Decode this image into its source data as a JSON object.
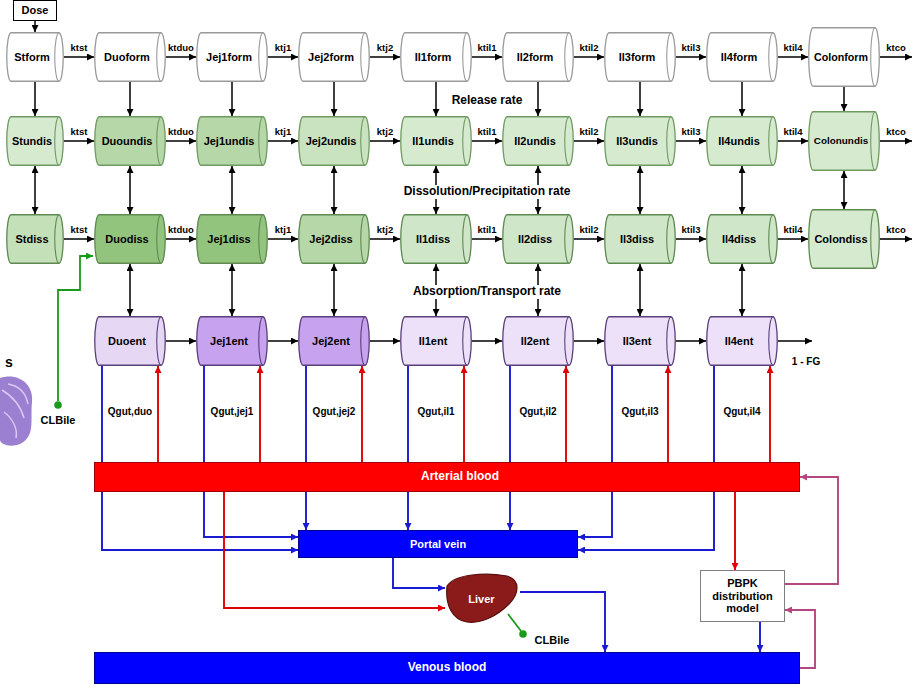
{
  "diagram": {
    "nodes": [
      {
        "text": [
          "Dose"
        ]
      },
      {
        "text": [
          "Stform"
        ]
      },
      {
        "text": [
          "Stundis"
        ]
      },
      {
        "text": [
          "Stdiss"
        ]
      },
      {
        "text": [
          "Duoform"
        ]
      },
      {
        "text": [
          "Jej1form"
        ]
      },
      {
        "text": [
          "Jej2form"
        ]
      },
      {
        "text": [
          "Il1form"
        ]
      },
      {
        "text": [
          "Il2form"
        ]
      },
      {
        "text": [
          "Il3form"
        ]
      },
      {
        "text": [
          "Il4form"
        ]
      },
      {
        "text": [
          "Colonform"
        ]
      },
      {
        "text": [
          "Duoundis"
        ]
      },
      {
        "text": [
          "Jej1undis"
        ]
      },
      {
        "text": [
          "Jej2undis"
        ]
      },
      {
        "text": [
          "Il1undis"
        ]
      },
      {
        "text": [
          "Il2undis"
        ]
      },
      {
        "text": [
          "Il3undis"
        ]
      },
      {
        "text": [
          "Il4undis"
        ]
      },
      {
        "text": [
          "Colonundis"
        ]
      },
      {
        "text": [
          "Duodiss"
        ]
      },
      {
        "text": [
          "Jej1diss"
        ]
      },
      {
        "text": [
          "Jej2diss"
        ]
      },
      {
        "text": [
          "Il1diss"
        ]
      },
      {
        "text": [
          "Il2diss"
        ]
      },
      {
        "text": [
          "Il3diss"
        ]
      },
      {
        "text": [
          "Il4diss"
        ]
      },
      {
        "text": [
          "Colondiss"
        ]
      },
      {
        "text": [
          "Duoent"
        ]
      },
      {
        "text": [
          "Jej1ent"
        ]
      },
      {
        "text": [
          "Jej2ent"
        ]
      },
      {
        "text": [
          "Il1ent"
        ]
      },
      {
        "text": [
          "Il2ent"
        ]
      },
      {
        "text": [
          "Il3ent"
        ]
      },
      {
        "text": [
          "Il4ent"
        ]
      },
      {
        "text": [
          "Arterial blood"
        ]
      },
      {
        "text": [
          "Portal vein"
        ]
      },
      {
        "text": [
          "Liver"
        ]
      },
      {
        "text": [
          "PBPK distribution model"
        ]
      },
      {
        "text": [
          "Venous blood"
        ]
      }
    ],
    "edges": [
      {
        "from": 0,
        "to": 1,
        "arrow": "to"
      },
      {
        "from": 1,
        "to": 4,
        "arrow": "to",
        "label": "ktst"
      },
      {
        "from": 2,
        "to": 12,
        "arrow": "to",
        "label": "ktst"
      },
      {
        "from": 3,
        "to": 20,
        "arrow": "to",
        "label": "ktst"
      },
      {
        "from": 4,
        "to": 5,
        "arrow": "to",
        "label": "ktduo"
      },
      {
        "from": 5,
        "to": 6,
        "arrow": "to",
        "label": "ktj1"
      },
      {
        "from": 6,
        "to": 7,
        "arrow": "to",
        "label": "ktj2"
      },
      {
        "from": 7,
        "to": 8,
        "arrow": "to",
        "label": "ktil1"
      },
      {
        "from": 8,
        "to": 9,
        "arrow": "to",
        "label": "ktil2"
      },
      {
        "from": 9,
        "to": 10,
        "arrow": "to",
        "label": "ktil3"
      },
      {
        "from": 10,
        "to": 11,
        "arrow": "to",
        "label": "ktil4"
      },
      {
        "from": 12,
        "to": 13,
        "arrow": "to",
        "label": "ktduo"
      },
      {
        "from": 13,
        "to": 14,
        "arrow": "to",
        "label": "ktj1"
      },
      {
        "from": 14,
        "to": 15,
        "arrow": "to",
        "label": "ktj2"
      },
      {
        "from": 15,
        "to": 16,
        "arrow": "to",
        "label": "ktil1"
      },
      {
        "from": 16,
        "to": 17,
        "arrow": "to",
        "label": "ktil2"
      },
      {
        "from": 17,
        "to": 18,
        "arrow": "to",
        "label": "ktil3"
      },
      {
        "from": 18,
        "to": 19,
        "arrow": "to",
        "label": "ktil4"
      },
      {
        "from": 20,
        "to": 21,
        "arrow": "to",
        "label": "ktduo"
      },
      {
        "from": 21,
        "to": 22,
        "arrow": "to",
        "label": "ktj1"
      },
      {
        "from": 22,
        "to": 23,
        "arrow": "to",
        "label": "ktj2"
      },
      {
        "from": 23,
        "to": 24,
        "arrow": "to",
        "label": "ktil1"
      },
      {
        "from": 24,
        "to": 25,
        "arrow": "to",
        "label": "ktil2"
      },
      {
        "from": 25,
        "to": 26,
        "arrow": "to",
        "label": "ktil3"
      },
      {
        "from": 26,
        "to": 27,
        "arrow": "to",
        "label": "ktil4"
      },
      {
        "from": 28,
        "to": 29,
        "arrow": "to"
      },
      {
        "from": 29,
        "to": 30,
        "arrow": "to"
      },
      {
        "from": 30,
        "to": 31,
        "arrow": "to"
      },
      {
        "from": 31,
        "to": 32,
        "arrow": "to"
      },
      {
        "from": 32,
        "to": 33,
        "arrow": "to"
      },
      {
        "from": 33,
        "to": 34,
        "arrow": "to"
      },
      {
        "from": 1,
        "to": 2,
        "arrow": "to"
      },
      {
        "from": 2,
        "to": 3,
        "arrow": "both"
      },
      {
        "from": 4,
        "to": 12,
        "arrow": "to"
      },
      {
        "from": 5,
        "to": 13,
        "arrow": "to"
      },
      {
        "from": 6,
        "to": 14,
        "arrow": "to"
      },
      {
        "from": 7,
        "to": 15,
        "arrow": "to"
      },
      {
        "from": 8,
        "to": 16,
        "arrow": "to"
      },
      {
        "from": 9,
        "to": 17,
        "arrow": "to"
      },
      {
        "from": 10,
        "to": 18,
        "arrow": "to"
      },
      {
        "from": 11,
        "to": 19,
        "arrow": "to"
      },
      {
        "from": 12,
        "to": 20,
        "arrow": "both"
      },
      {
        "from": 13,
        "to": 21,
        "arrow": "both"
      },
      {
        "from": 14,
        "to": 22,
        "arrow": "both"
      },
      {
        "from": 15,
        "to": 23,
        "arrow": "both"
      },
      {
        "from": 16,
        "to": 24,
        "arrow": "both"
      },
      {
        "from": 17,
        "to": 25,
        "arrow": "both"
      },
      {
        "from": 18,
        "to": 26,
        "arrow": "both"
      },
      {
        "from": 19,
        "to": 27,
        "arrow": "both"
      },
      {
        "from": 20,
        "to": 28,
        "arrow": "both"
      },
      {
        "from": 21,
        "to": 29,
        "arrow": "both"
      },
      {
        "from": 22,
        "to": 30,
        "arrow": "both"
      },
      {
        "from": 23,
        "to": 31,
        "arrow": "both"
      },
      {
        "from": 24,
        "to": 32,
        "arrow": "both"
      },
      {
        "from": 25,
        "to": 33,
        "arrow": "both"
      },
      {
        "from": 26,
        "to": 34,
        "arrow": "both"
      },
      {
        "from": 35,
        "to": 28,
        "arrow": "to"
      },
      {
        "from": 35,
        "to": 29,
        "arrow": "to"
      },
      {
        "from": 35,
        "to": 30,
        "arrow": "to"
      },
      {
        "from": 35,
        "to": 31,
        "arrow": "to"
      },
      {
        "from": 35,
        "to": 32,
        "arrow": "to"
      },
      {
        "from": 35,
        "to": 33,
        "arrow": "to"
      },
      {
        "from": 35,
        "to": 34,
        "arrow": "to"
      },
      {
        "from": 28,
        "to": 36,
        "arrow": "to"
      },
      {
        "from": 29,
        "to": 36,
        "arrow": "to"
      },
      {
        "from": 30,
        "to": 36,
        "arrow": "to"
      },
      {
        "from": 31,
        "to": 36,
        "arrow": "to"
      },
      {
        "from": 32,
        "to": 36,
        "arrow": "to"
      },
      {
        "from": 33,
        "to": 36,
        "arrow": "to"
      },
      {
        "from": 34,
        "to": 36,
        "arrow": "to"
      },
      {
        "from": 36,
        "to": 37,
        "arrow": "to"
      },
      {
        "from": 35,
        "to": 37,
        "arrow": "to"
      },
      {
        "from": 37,
        "to": 39,
        "arrow": "to"
      },
      {
        "from": 35,
        "to": 38,
        "arrow": "to"
      },
      {
        "from": 38,
        "to": 39,
        "arrow": "to"
      },
      {
        "from": 39,
        "to": 38,
        "arrow": "to"
      },
      {
        "from": 38,
        "to": 35,
        "arrow": "to"
      }
    ],
    "labels": [
      "Release rate",
      "Dissolution/Precipitation rate",
      "Absorption/Transport rate",
      "ktco",
      "ktco",
      "ktco",
      "s",
      "CLBile",
      "Qgut,duo",
      "Qgut,jej1",
      "Qgut,jej2",
      "Qgut,il1",
      "Qgut,il2",
      "Qgut,il3",
      "Qgut,il4",
      "1 - FG",
      "CLBile"
    ]
  }
}
